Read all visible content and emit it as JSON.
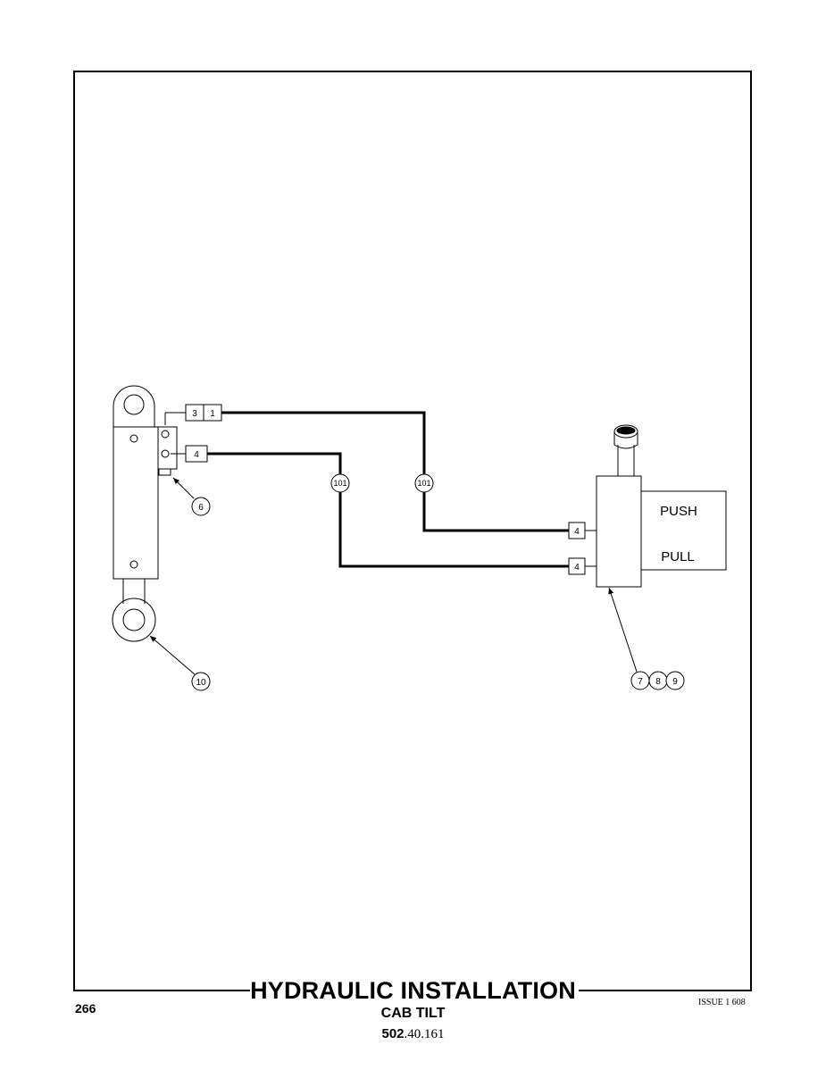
{
  "title": "HYDRAULIC INSTALLATION",
  "subtitle": "CAB TILT",
  "part_number": {
    "prefix": "502",
    "suffix": ".40.161"
  },
  "page_number": "266",
  "issue": "ISSUE 1 608",
  "valve_labels": {
    "push": "PUSH",
    "pull": "PULL"
  },
  "callouts": {
    "fitting_top_a": "3",
    "fitting_top_b": "1",
    "fitting_cyl_lower": "4",
    "hose_left": "101",
    "hose_right": "101",
    "fitting_valve_push": "4",
    "fitting_valve_pull": "4",
    "cylinder_block": "6",
    "cylinder_eye": "10",
    "valve_a": "7",
    "valve_b": "8",
    "valve_c": "9"
  }
}
